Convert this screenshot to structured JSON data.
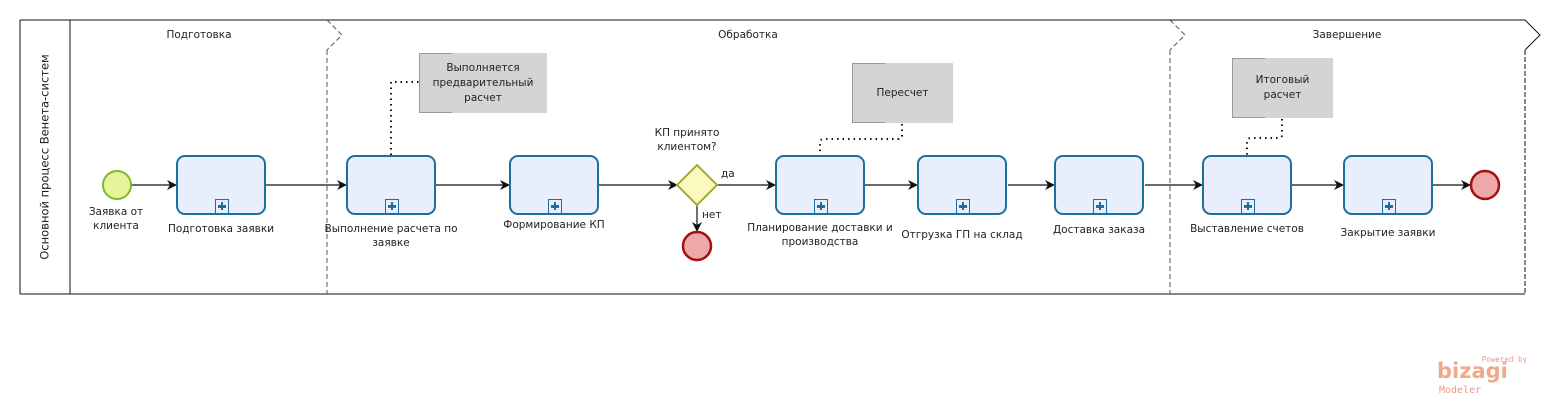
{
  "pool": {
    "title": "Основной процесс Венета-систем"
  },
  "phases": [
    {
      "id": "prep",
      "label": "Подготовка"
    },
    {
      "id": "processing",
      "label": "Обработка"
    },
    {
      "id": "completion",
      "label": "Завершение"
    }
  ],
  "events": {
    "start": {
      "label": "Заявка от\nклиента",
      "type": "start"
    },
    "end_rejected": {
      "label": "",
      "type": "end"
    },
    "end_final": {
      "label": "",
      "type": "end"
    }
  },
  "tasks": [
    {
      "id": "t1",
      "label": "Подготовка заявки",
      "type": "subprocess"
    },
    {
      "id": "t2",
      "label": "Выполнение расчета по\nзаявке",
      "type": "subprocess"
    },
    {
      "id": "t3",
      "label": "Формирование КП",
      "type": "subprocess"
    },
    {
      "id": "t4",
      "label": "Планирование доставки и\nпроизводства",
      "type": "subprocess"
    },
    {
      "id": "t5",
      "label": "Отгрузка ГП на склад",
      "type": "subprocess"
    },
    {
      "id": "t6",
      "label": "Доставка заказа",
      "type": "subprocess"
    },
    {
      "id": "t7",
      "label": "Выставление счетов",
      "type": "subprocess"
    },
    {
      "id": "t8",
      "label": "Закрытие заявки",
      "type": "subprocess"
    }
  ],
  "gateway": {
    "label": "КП принято\nклиентом?",
    "yes_label": "да",
    "no_label": "нет"
  },
  "annotations": [
    {
      "id": "a1",
      "text": "Выполняется\nпредварительный\nрасчет",
      "attached_to": "t2"
    },
    {
      "id": "a2",
      "text": "Пересчет",
      "attached_to": "t4"
    },
    {
      "id": "a3",
      "text": "Итоговый\nрасчет",
      "attached_to": "t7"
    }
  ],
  "watermark": {
    "powered": "Powered by",
    "brand": "bizagi",
    "product": "Modeler"
  },
  "colors": {
    "task_border": "#1f6f9c",
    "task_fill": "#e8eefc",
    "start_fill": "#e6f59a",
    "start_border": "#7cb82f",
    "end_fill": "#eda8a8",
    "end_border": "#a50f0f",
    "gateway_fill": "#fafac0",
    "gateway_border": "#a8a830",
    "annotation_fill": "#d4d4d4"
  }
}
